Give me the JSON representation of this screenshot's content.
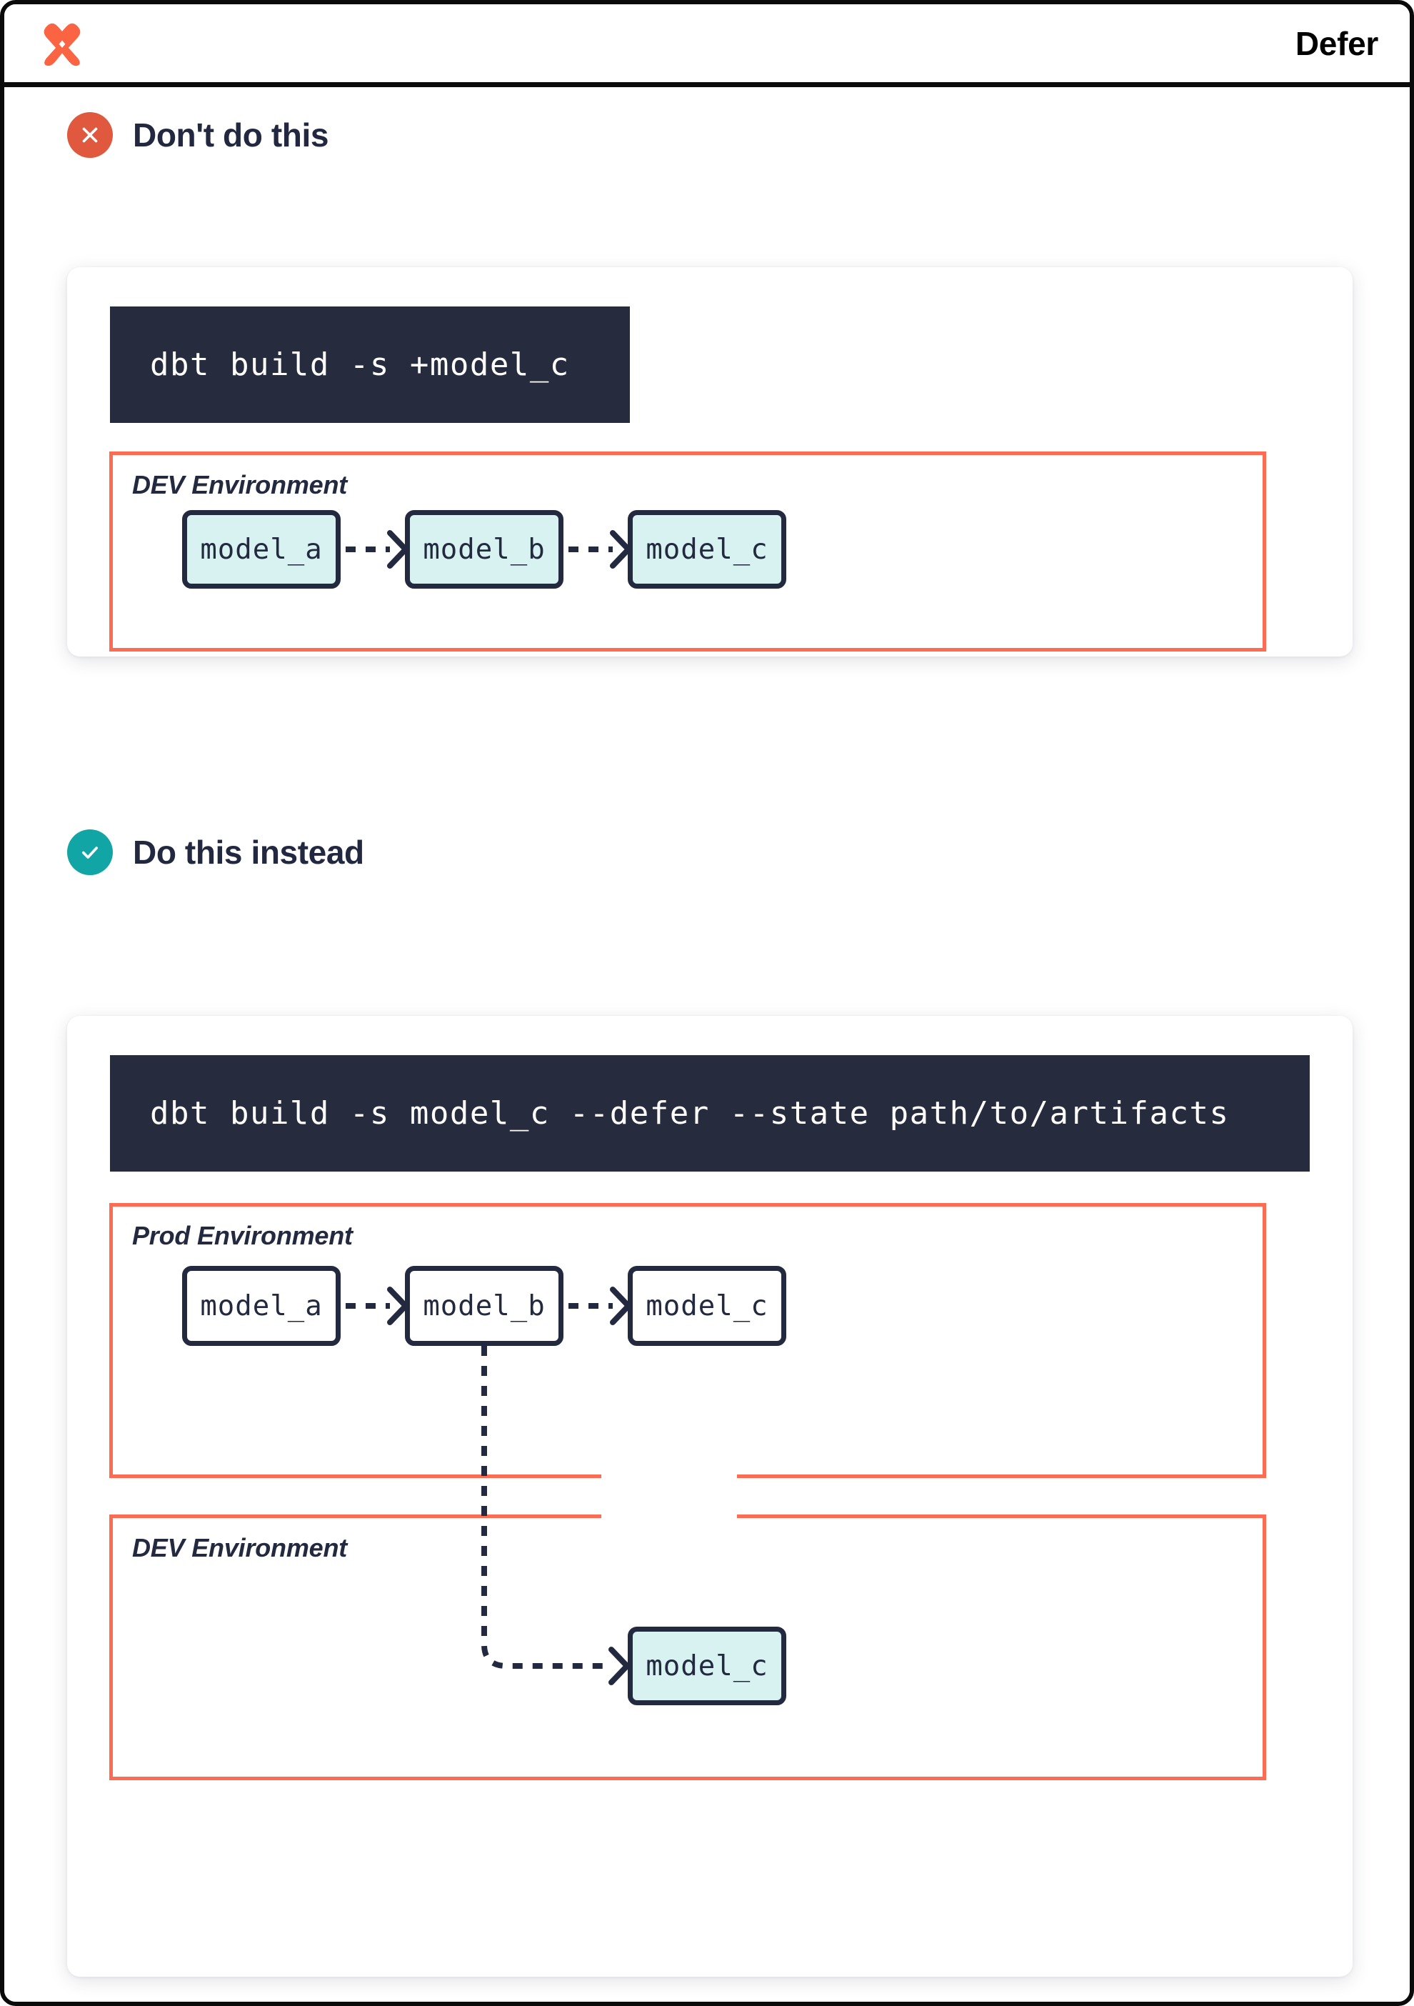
{
  "header": {
    "logo_icon": "dbt-logo-icon",
    "logo_color": "#fb6442",
    "title": "Defer"
  },
  "theme": {
    "accent_orange": "#fc6b52",
    "bad_badge": "#e0583d",
    "good_badge": "#12a5a5",
    "code_bg": "#262b3d",
    "node_border": "#232a40",
    "node_fill_teal": "#d7f2f0",
    "node_fill_plain": "#ffffff",
    "text_dark": "#232a40"
  },
  "sections": [
    {
      "id": "dont",
      "badge_icon": "x-circle-icon",
      "badge_kind": "bad",
      "title": "Don't do this",
      "code": "dbt build -s +model_c",
      "environments": [
        {
          "id": "dev",
          "label": "DEV Environment",
          "nodes": [
            {
              "id": "model_a",
              "label": "model_a",
              "fill": "teal"
            },
            {
              "id": "model_b",
              "label": "model_b",
              "fill": "teal"
            },
            {
              "id": "model_c",
              "label": "model_c",
              "fill": "teal"
            }
          ]
        }
      ]
    },
    {
      "id": "do",
      "badge_icon": "check-circle-icon",
      "badge_kind": "good",
      "title": "Do this instead",
      "code": "dbt build -s model_c --defer --state path/to/artifacts",
      "environments": [
        {
          "id": "prod",
          "label": "Prod Environment",
          "nodes": [
            {
              "id": "model_a",
              "label": "model_a",
              "fill": "plain"
            },
            {
              "id": "model_b",
              "label": "model_b",
              "fill": "plain"
            },
            {
              "id": "model_c",
              "label": "model_c",
              "fill": "plain"
            }
          ]
        },
        {
          "id": "dev",
          "label": "DEV Environment",
          "nodes": [
            {
              "id": "model_c",
              "label": "model_c",
              "fill": "teal"
            }
          ]
        }
      ]
    }
  ]
}
